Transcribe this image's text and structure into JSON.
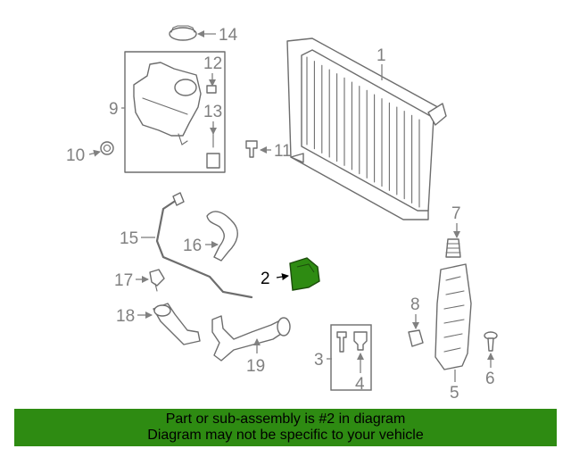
{
  "callouts": [
    "1",
    "2",
    "3",
    "4",
    "5",
    "6",
    "7",
    "8",
    "9",
    "10",
    "11",
    "12",
    "13",
    "14",
    "15",
    "16",
    "17",
    "18",
    "19"
  ],
  "highlight_callout": "2",
  "highlight_color": "#2e8b12",
  "banner": {
    "line1": "Part or sub-assembly is #2 in diagram",
    "line2": "Diagram may not be specific to your vehicle",
    "background": "#2e8b12"
  }
}
